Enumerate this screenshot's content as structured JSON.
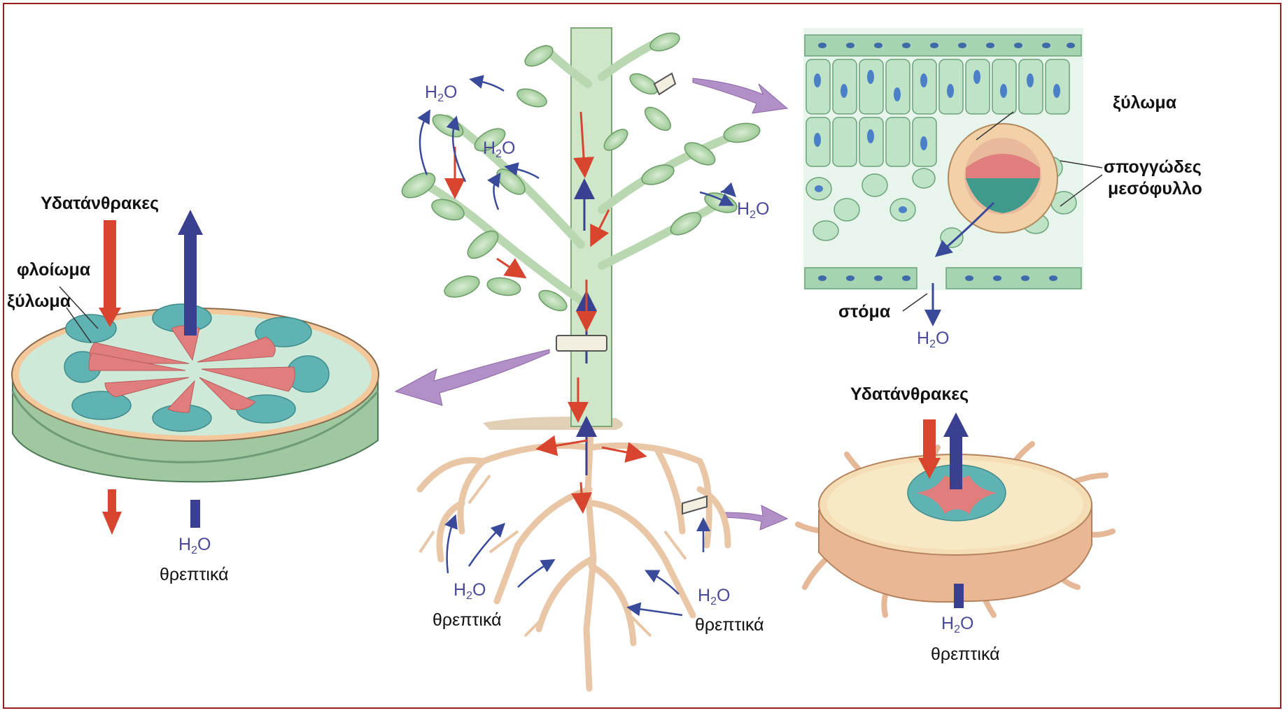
{
  "labels": {
    "carbs_stem": "Υδατάνθρακες",
    "phloem": "φλοίωμα",
    "xylem_stem": "ξύλωμα",
    "nutrients_stem": "θρεπτικά",
    "xylem_leaf": "ξύλωμα",
    "spongy_line1": "σπογγώδες",
    "spongy_line2": "μεσόφυλλο",
    "stoma": "στόμα",
    "carbs_root": "Υδατάνθρακες",
    "nutrients_root_left": "θρεπτικά",
    "nutrients_root_right": "θρεπτικά",
    "nutrients_root_section": "θρεπτικά"
  },
  "water": {
    "base": "H",
    "sub": "2",
    "tail": "O"
  },
  "colors": {
    "frame": "#9b1c1c",
    "sugar_arrow": "#d8452f",
    "water_arrow": "#3a3f8f",
    "h2o_text": "#4a4a9a",
    "callout_arrow": "#9b6fb5",
    "phloem": "#e07d7d",
    "xylem": "#5fb3b3",
    "leaf": "#b7d9b0",
    "root": "#eecfb4"
  },
  "icons": [
    "plant-illustration",
    "stem-cross-section",
    "leaf-cross-section",
    "root-cross-section",
    "magnify-callout-arrow"
  ]
}
